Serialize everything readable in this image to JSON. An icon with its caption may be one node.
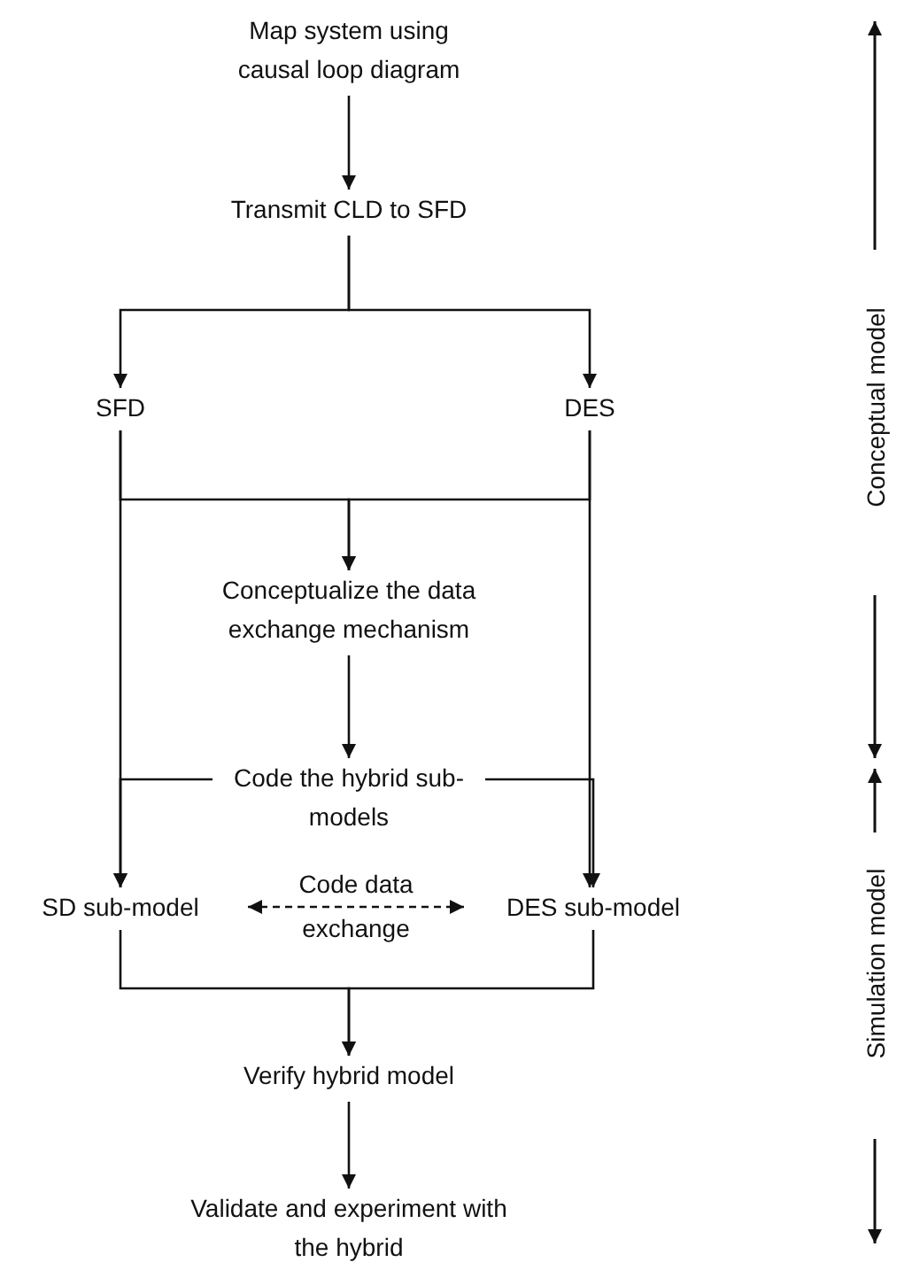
{
  "diagram": {
    "nodes": [
      {
        "text": [
          "Map system using causal loop diagram"
        ]
      },
      {
        "text": [
          "Transmit CLD to SFD"
        ]
      },
      {
        "text": [
          "SFD"
        ]
      },
      {
        "text": [
          "DES"
        ]
      },
      {
        "text": [
          "Conceptualize the data exchange mechanism"
        ]
      },
      {
        "text": [
          "Code the hybrid sub-models"
        ]
      },
      {
        "text": [
          "SD sub-model"
        ]
      },
      {
        "text": [
          "DES sub-model"
        ]
      },
      {
        "text": [
          "Verify hybrid model"
        ]
      },
      {
        "text": [
          "Validate and experiment with the hybrid"
        ]
      }
    ],
    "edges": [
      {
        "from": 0,
        "to": 1,
        "arrow": "to"
      },
      {
        "from": 1,
        "to": 2,
        "arrow": "to"
      },
      {
        "from": 1,
        "to": 3,
        "arrow": "to"
      },
      {
        "from": 2,
        "to": 4,
        "arrow": "to"
      },
      {
        "from": 3,
        "to": 4,
        "arrow": "to"
      },
      {
        "from": 4,
        "to": 5,
        "arrow": "to"
      },
      {
        "from": 2,
        "to": 6,
        "arrow": "to"
      },
      {
        "from": 3,
        "to": 7,
        "arrow": "to"
      },
      {
        "from": 5,
        "to": 6,
        "arrow": "to"
      },
      {
        "from": 5,
        "to": 7,
        "arrow": "to"
      },
      {
        "from": 6,
        "to": 7,
        "arrow": "both",
        "style": "dashed",
        "label": "Code data exchange"
      },
      {
        "from": 6,
        "to": 8,
        "arrow": "to"
      },
      {
        "from": 7,
        "to": 8,
        "arrow": "to"
      },
      {
        "from": 8,
        "to": 9,
        "arrow": "to"
      }
    ],
    "labels": [
      "Conceptual model",
      "Simulation model"
    ]
  }
}
